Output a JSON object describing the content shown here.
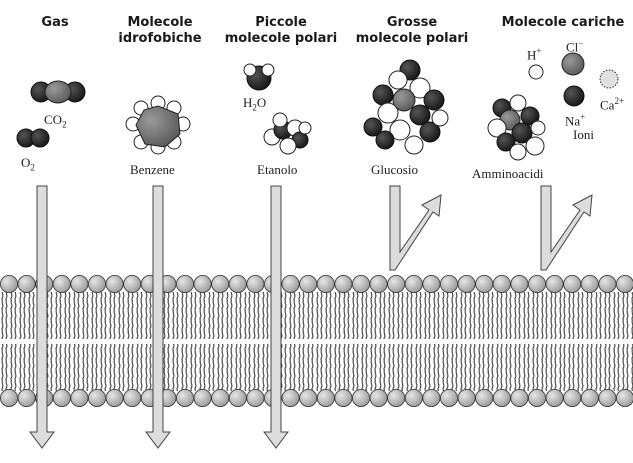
{
  "headers": {
    "gas": "Gas",
    "hydrophobic_line1": "Molecole",
    "hydrophobic_line2": "idrofobiche",
    "small_polar_line1": "Piccole",
    "small_polar_line2": "molecole polari",
    "large_polar_line1": "Grosse",
    "large_polar_line2": "molecole polari",
    "charged": "Molecole cariche"
  },
  "molecules": {
    "co2": {
      "base": "CO",
      "sub": "2"
    },
    "o2": {
      "base": "O",
      "sub": "2"
    },
    "benzene": "Benzene",
    "h2o": {
      "a": "H",
      "sub": "2",
      "b": "O"
    },
    "etanolo": "Etanolo",
    "glucosio": "Glucosio",
    "amminoacidi": "Amminoacidi",
    "h_ion": {
      "base": "H",
      "sup": "+"
    },
    "cl_ion": {
      "base": "Cl",
      "sup": "−"
    },
    "na_ion": {
      "base": "Na",
      "sup": "+"
    },
    "ca_ion": {
      "base": "Ca",
      "sup": "2+"
    },
    "ioni": "Ioni"
  },
  "colors": {
    "membrane_head": "#bdbdbd",
    "membrane_tail": "#555555",
    "arrow_fill": "#d8d8d8",
    "dark_atom": "#222222",
    "grey_atom": "#7a7a7a",
    "light_atom": "#ffffff"
  }
}
